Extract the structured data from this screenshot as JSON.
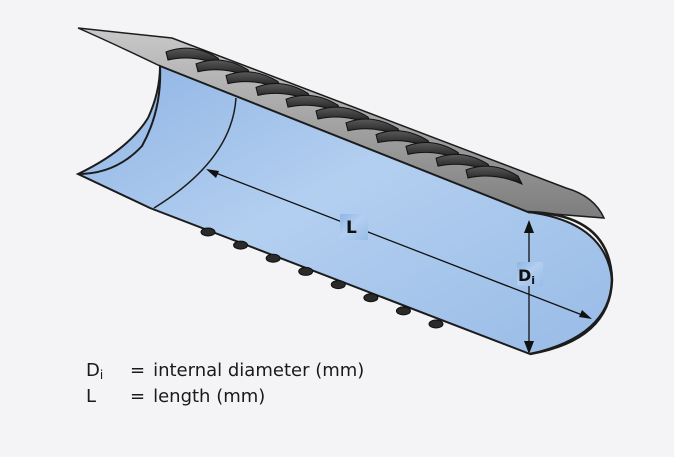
{
  "diagram": {
    "length_symbol": "L",
    "diameter_symbol": "D",
    "diameter_subscript": "i"
  },
  "legend": [
    {
      "symbol": "D",
      "subscript": "i",
      "eq": "=",
      "text": "internal diameter (mm)"
    },
    {
      "symbol": "L",
      "subscript": "",
      "eq": "=",
      "text": "length (mm)"
    }
  ],
  "colors": {
    "tube_inner": "#a9c8ec",
    "tube_edge": "#1c1c1c",
    "flange": "#8f8f8f",
    "rib": "#2c2c2c"
  }
}
